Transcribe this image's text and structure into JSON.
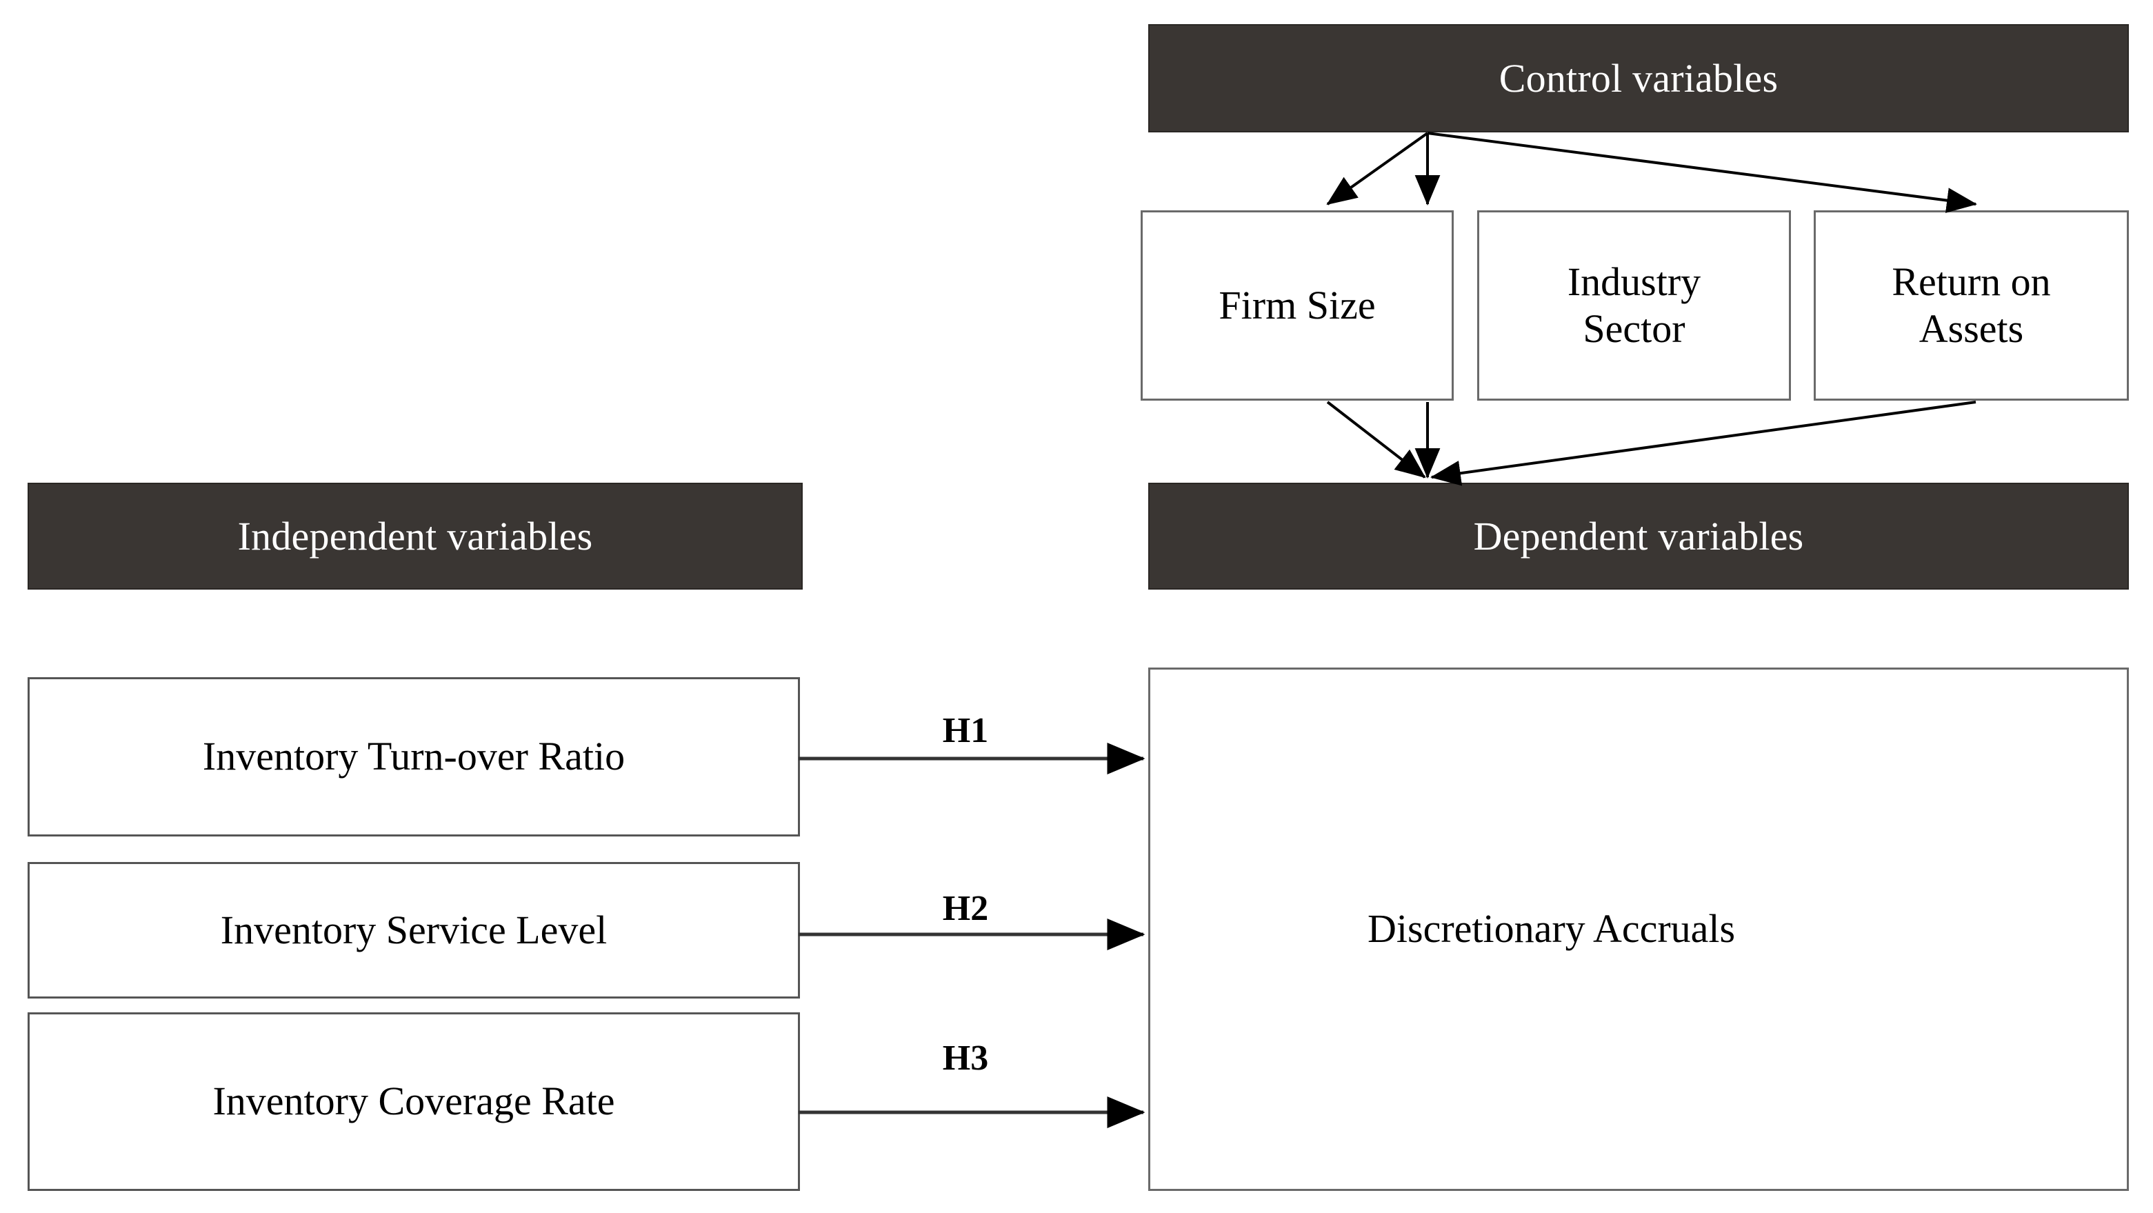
{
  "diagram": {
    "title_independent": "Independent variables",
    "title_dependent": "Dependent variables",
    "title_control": "Control variables",
    "colors": {
      "header_bar": "#3a3633",
      "header_text": "#ffffff",
      "box_border": "#6a6a6a",
      "box_fill": "#ffffff",
      "arrow": "#000000",
      "page_background": "#ffffff"
    },
    "control_variables": [
      {
        "label": "Firm Size"
      },
      {
        "label": "Industry\nSector"
      },
      {
        "label": "Return on\nAssets"
      }
    ],
    "independent_variables": [
      {
        "label": "Inventory Turn-over Ratio",
        "hypothesis": "H1"
      },
      {
        "label": "Inventory Service Level",
        "hypothesis": "H2"
      },
      {
        "label": "Inventory Coverage Rate",
        "hypothesis": "H3"
      }
    ],
    "dependent_variable": {
      "label": "Discretionary Accruals"
    },
    "hypotheses": [
      {
        "id": "H1",
        "from": "Inventory Turn-over Ratio",
        "to": "Discretionary Accruals"
      },
      {
        "id": "H2",
        "from": "Inventory Service Level",
        "to": "Discretionary Accruals"
      },
      {
        "id": "H3",
        "from": "Inventory Coverage Rate",
        "to": "Discretionary Accruals"
      }
    ]
  }
}
